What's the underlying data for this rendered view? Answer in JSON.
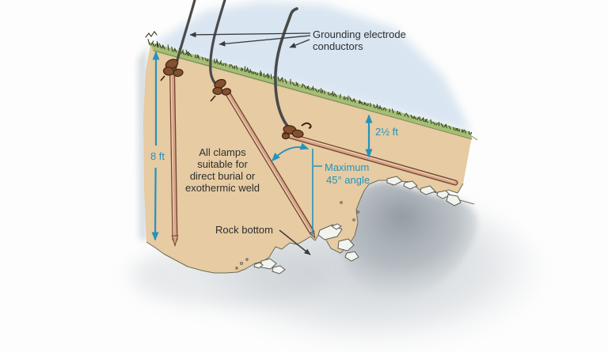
{
  "diagram": {
    "conductor_label": {
      "line1": "Grounding electrode",
      "line2": "conductors"
    },
    "rod_depth_label": "8 ft",
    "clamp_note": {
      "line1": "All clamps",
      "line2": "suitable for",
      "line3": "direct burial or",
      "line4": "exothermic weld"
    },
    "trench_depth_label": "2½ ft",
    "angle_label": {
      "line1": "Maximum",
      "line2": "45° angle"
    },
    "rock_label": "Rock bottom"
  },
  "colors": {
    "sky": "#d9e5f1",
    "soil": "#e6cba3",
    "grass": "#a4bf75",
    "grass_dark": "#333d20",
    "rod_fill": "#d9a487",
    "rod_edge": "#6f4430",
    "clamp": "#84502f",
    "conductor": "#4a4a4a",
    "annotation_blue": "#2493bd",
    "text_dark": "#2e2e2e",
    "stone_fill": "#f3f3ef",
    "stone_edge": "#5a5d52"
  }
}
